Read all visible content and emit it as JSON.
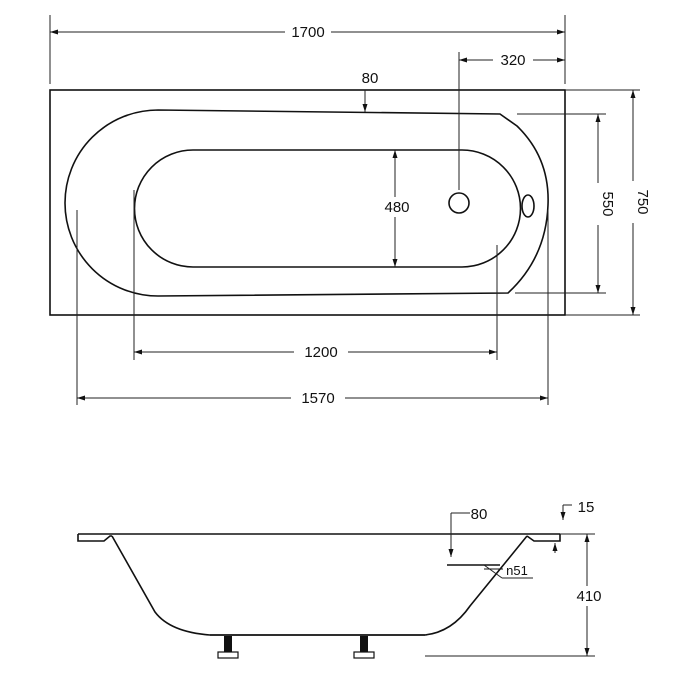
{
  "top_view": {
    "overall_length": "1700",
    "rim_width": "80",
    "drain_offset": "320",
    "inner_width": "480",
    "basin_width": "550",
    "overall_width": "750",
    "inner_length": "1200",
    "basin_length": "1570"
  },
  "side_view": {
    "overflow_height": "80",
    "rim_thickness": "15",
    "drain_diameter": "n51",
    "tub_depth": "410"
  }
}
